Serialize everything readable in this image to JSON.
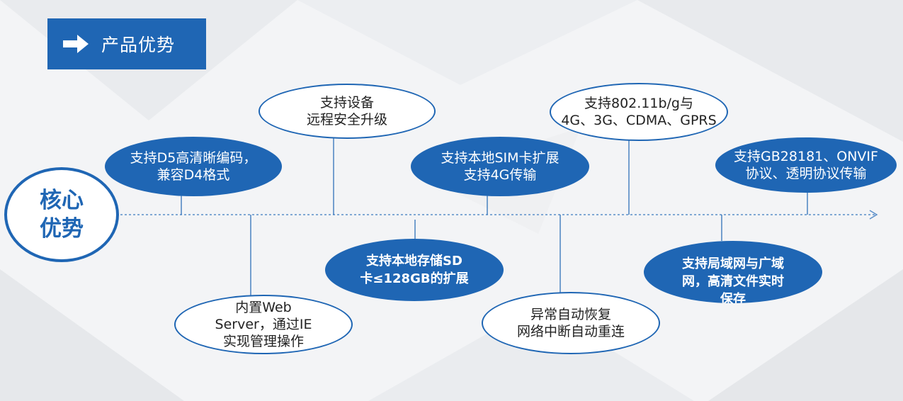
{
  "header": {
    "title": "产品优势"
  },
  "core": {
    "line1": "核心",
    "line2": "优势"
  },
  "bubbles": {
    "d5": {
      "line1": "支持D5高清晰编码，",
      "line2": "兼容D4格式"
    },
    "upgrade": {
      "line1": "支持设备",
      "line2": "远程安全升级"
    },
    "sim": {
      "line1": "支持本地SIM卡扩展",
      "line2": "支持4G传输"
    },
    "wifi": {
      "line1": "支持802.11b/g与",
      "line2": "4G、3G、CDMA、GPRS"
    },
    "gb": {
      "line1": "支持GB28181、ONVIF",
      "line2": "协议、透明协议传输"
    },
    "web": {
      "line1": "内置Web",
      "line2": "Server，通过IE",
      "line3": "实现管理操作"
    },
    "sd": {
      "line1": "支持本地存储SD",
      "line2": "卡≤128GB的扩展"
    },
    "reconnect": {
      "line1": "异常自动恢复",
      "line2": "网络中断自动重连"
    },
    "lan": {
      "line1": "支持局域网与广域",
      "line2": "网，高清文件实时",
      "line3": "保存"
    }
  },
  "colors": {
    "accent": "#1f66b4",
    "background": "#f3f4f6"
  }
}
